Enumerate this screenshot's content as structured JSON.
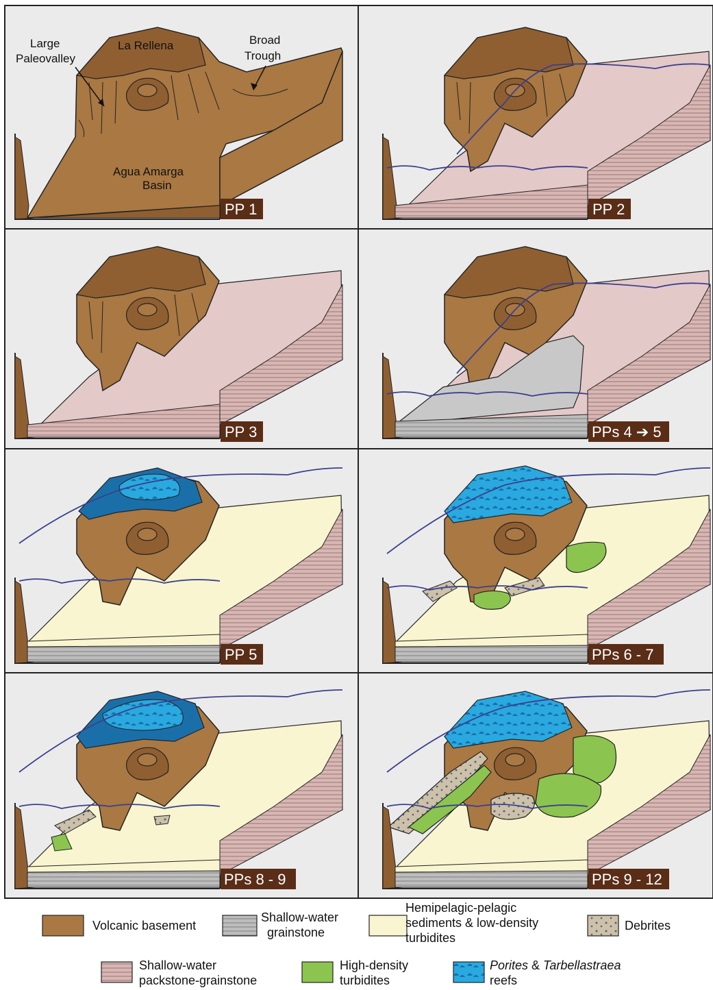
{
  "annotations": {
    "la_rellena": "La Rellena",
    "large_paleovalley_line1": "Large",
    "large_paleovalley_line2": "Paleovalley",
    "broad_trough_line1": "Broad",
    "broad_trough_line2": "Trough",
    "agua_amarga_line1": "Agua Amarga",
    "agua_amarga_line2": "Basin"
  },
  "panels": [
    {
      "label": "PP 1"
    },
    {
      "label": "PP 2"
    },
    {
      "label": "PP 3"
    },
    {
      "label": "PPs 4 ➔ 5"
    },
    {
      "label": "PP 5"
    },
    {
      "label": "PPs 6 - 7"
    },
    {
      "label": "PPs 8 - 9"
    },
    {
      "label": "PPs 9 - 12"
    }
  ],
  "legend": {
    "volcanic": {
      "text": "Volcanic basement",
      "color": "#a97843"
    },
    "grainstone": {
      "line1": "Shallow-water",
      "line2": "grainstone",
      "color": "#c8c8c8"
    },
    "hemipelagic": {
      "line1": "Hemipelagic-pelagic",
      "line2": "sediments & low-density",
      "line3": "turbidites",
      "color": "#f8f5d0"
    },
    "debrites": {
      "text": "Debrites",
      "color": "#cfc0a8"
    },
    "packstone": {
      "line1": "Shallow-water",
      "line2": "packstone-grainstone",
      "color": "#e4c9c9"
    },
    "high_density": {
      "line1": "High-density",
      "line2": "turbidites",
      "color": "#8cc450"
    },
    "reefs": {
      "line1a": "Porites",
      "line1b": " & ",
      "line1c": "Tarbellastraea",
      "line2": "reefs",
      "color": "#29a9e0"
    }
  },
  "colors": {
    "frame_bg": "#e9e9e9",
    "label_bg": "#5a2d17",
    "water_line": "#3b3f8f",
    "basement_dark": "#6b4522"
  }
}
